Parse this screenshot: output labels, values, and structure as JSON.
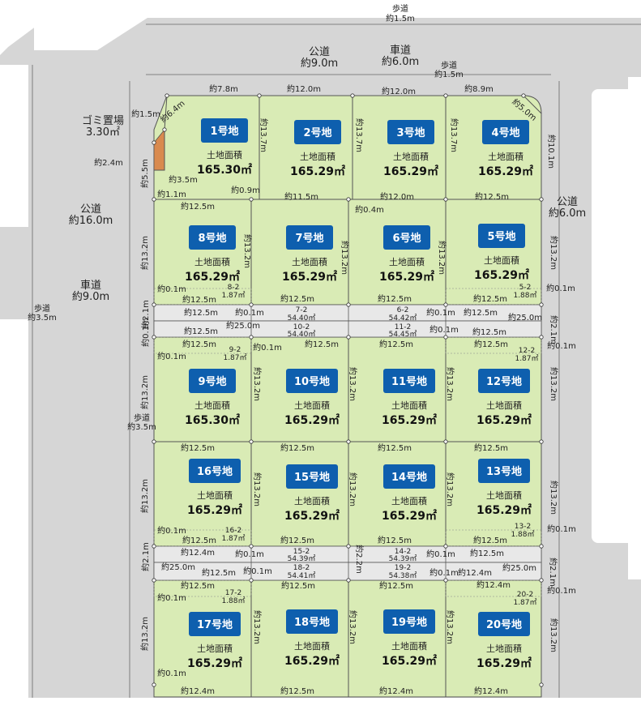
{
  "roads": {
    "top_walk": [
      "歩道",
      "約1.5m"
    ],
    "top_road": [
      "公道",
      "約9.0m"
    ],
    "top_car": [
      "車道",
      "約6.0m"
    ],
    "top_walk2": [
      "歩道",
      "約1.5m"
    ],
    "left_road": [
      "公道",
      "約16.0m"
    ],
    "left_car": [
      "車道",
      "約9.0m"
    ],
    "left_walk": [
      "歩道",
      "約3.5m"
    ],
    "left_walk2": [
      "歩道",
      "約3.5m"
    ],
    "right_road": [
      "公道",
      "約6.0m"
    ]
  },
  "garbage": {
    "name": "ゴミ置場",
    "area": "3.30㎡"
  },
  "area_label": "土地面積",
  "lots": [
    {
      "no": "1号地",
      "area": "165.30㎡"
    },
    {
      "no": "2号地",
      "area": "165.29㎡"
    },
    {
      "no": "3号地",
      "area": "165.29㎡"
    },
    {
      "no": "4号地",
      "area": "165.29㎡"
    },
    {
      "no": "5号地",
      "area": "165.29㎡"
    },
    {
      "no": "6号地",
      "area": "165.29㎡"
    },
    {
      "no": "7号地",
      "area": "165.29㎡"
    },
    {
      "no": "8号地",
      "area": "165.29㎡"
    },
    {
      "no": "9号地",
      "area": "165.30㎡"
    },
    {
      "no": "10号地",
      "area": "165.29㎡"
    },
    {
      "no": "11号地",
      "area": "165.29㎡"
    },
    {
      "no": "12号地",
      "area": "165.29㎡"
    },
    {
      "no": "13号地",
      "area": "165.29㎡"
    },
    {
      "no": "14号地",
      "area": "165.29㎡"
    },
    {
      "no": "15号地",
      "area": "165.29㎡"
    },
    {
      "no": "16号地",
      "area": "165.29㎡"
    },
    {
      "no": "17号地",
      "area": "165.29㎡"
    },
    {
      "no": "18号地",
      "area": "165.29㎡"
    },
    {
      "no": "19号地",
      "area": "165.29㎡"
    },
    {
      "no": "20号地",
      "area": "165.29㎡"
    }
  ],
  "strips": {
    "s8_2": [
      "8-2",
      "1.87㎡"
    ],
    "s7_2": [
      "7-2",
      "54.40㎡"
    ],
    "s6_2": [
      "6-2",
      "54.42㎡"
    ],
    "s5_2": [
      "5-2",
      "1.88㎡"
    ],
    "s10_2": [
      "10-2",
      "54.40㎡"
    ],
    "s11_2": [
      "11-2",
      "54.45㎡"
    ],
    "s9_2": [
      "9-2",
      "1.87㎡"
    ],
    "s12_2": [
      "12-2",
      "1.87㎡"
    ],
    "s16_2": [
      "16-2",
      "1.87㎡"
    ],
    "s15_2": [
      "15-2",
      "54.39㎡"
    ],
    "s14_2": [
      "14-2",
      "54.39㎡"
    ],
    "s13_2": [
      "13-2",
      "1.88㎡"
    ],
    "s18_2": [
      "18-2",
      "54.41㎡"
    ],
    "s19_2": [
      "19-2",
      "54.38㎡"
    ],
    "s17_2": [
      "17-2",
      "1.88㎡"
    ],
    "s20_2": [
      "20-2",
      "1.87㎡"
    ]
  },
  "dims": {
    "d_7_8": "約7.8m",
    "d_12_0": "約12.0m",
    "d_8_9": "約8.9m",
    "d_6_4": "約6.4m",
    "d_5_0": "約5.0m",
    "d_1_5": "約1.5m",
    "d_2_4": "約2.4m",
    "d_3_5": "約3.5m",
    "d_5_5": "約5.5m",
    "d_1_1": "約1.1m",
    "d_0_9": "約0.9m",
    "d_0_4": "約0.4m",
    "d_11_5": "約11.5m",
    "d_12_5": "約12.5m",
    "d_12_4": "約12.4m",
    "d_13_7": "約13.7m",
    "d_13_2": "約13.2m",
    "d_10_1": "約10.1m",
    "d_0_1": "約0.1m",
    "d_2_1": "約2.1m",
    "d_2_2": "約2.2m",
    "d_25_0": "約25.0m"
  },
  "colors": {
    "lot_fill": "#d9ebb5",
    "lot_badge": "#0e5fae",
    "road": "#d6d6d6",
    "strip": "#e8e8e8",
    "garbage": "#d98a4e"
  }
}
